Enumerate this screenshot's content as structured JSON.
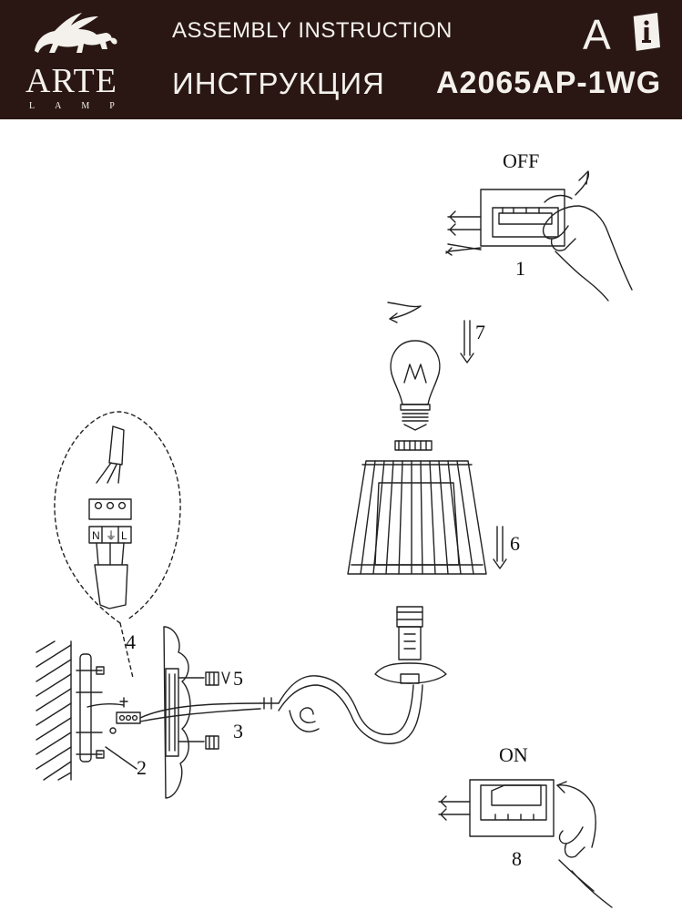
{
  "header": {
    "assembly_title": "ASSEMBLY INSTRUCTION",
    "ru_title": "ИНСТРУКЦИЯ",
    "model_code": "A2065AP-1WG",
    "lang_letter": "A",
    "logo_name": "ARTE",
    "logo_sub": "LAMP",
    "bg_color": "#2a1713",
    "text_color": "#f4f1ec"
  },
  "diagram": {
    "switch_off_label": "OFF",
    "switch_on_label": "ON",
    "terminal_labels": [
      "N",
      "⏚",
      "L"
    ],
    "steps": [
      "1",
      "2",
      "3",
      "4",
      "5",
      "6",
      "7",
      "8"
    ]
  },
  "icons": [
    "griffin-logo-icon",
    "info-book-icon",
    "switch-off-icon",
    "hand-icon",
    "light-bulb-icon",
    "lampshade-icon",
    "terminal-block-icon",
    "wall-bracket-icon"
  ]
}
